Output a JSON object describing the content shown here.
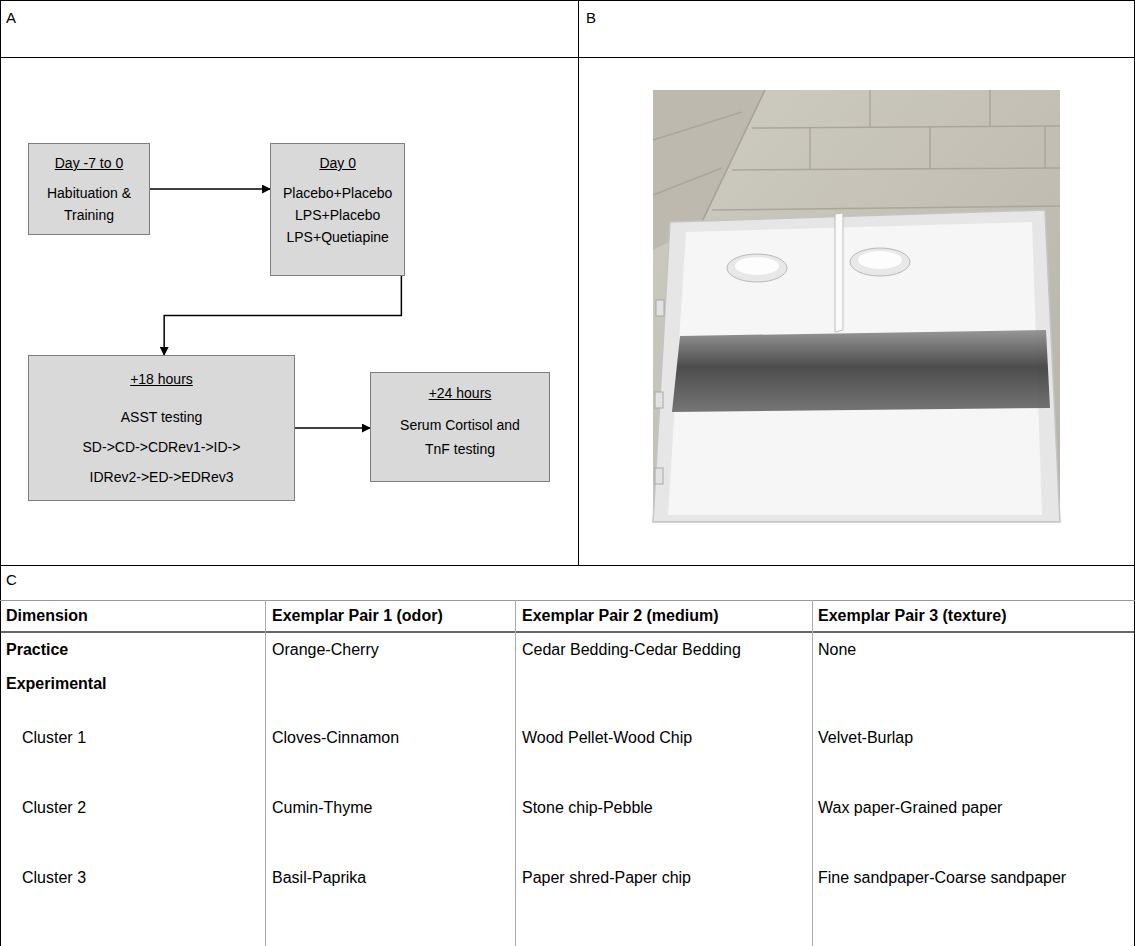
{
  "diagram": {
    "nodes": [
      {
        "text": [
          "Day -7 to 0",
          "Habituation & Training"
        ]
      },
      {
        "text": [
          "Day 0",
          "Placebo+Placebo LPS+Placebo LPS+Quetiapine"
        ]
      },
      {
        "text": [
          "+18 hours",
          "ASST testing",
          "SD->CD->CDRev1->ID-> IDRev2->ED->EDRev3"
        ]
      },
      {
        "text": [
          "+24 hours",
          "Serum Cortisol and TnF testing"
        ]
      }
    ],
    "edges": [
      {
        "from": 0,
        "to": 1,
        "arrow": "to"
      },
      {
        "from": 1,
        "to": 2,
        "arrow": "to"
      },
      {
        "from": 2,
        "to": 3,
        "arrow": "to"
      }
    ],
    "labels": [
      "A",
      "B",
      "C",
      "Dimension",
      "Exemplar Pair 1 (odor)",
      "Exemplar Pair 2 (medium)",
      "Exemplar Pair 3 (texture)",
      "Practice",
      "Orange-Cherry",
      "Cedar Bedding-Cedar Bedding",
      "None",
      "Experimental",
      "Cluster 1",
      "Cloves-Cinnamon",
      "Wood Pellet-Wood Chip",
      "Velvet-Burlap",
      "Cluster 2",
      "Cumin-Thyme",
      "Stone chip-Pebble",
      "Wax paper-Grained paper",
      "Cluster 3",
      "Basil-Paprika",
      "Paper shred-Paper chip",
      "Fine sandpaper-Coarse sandpaper"
    ]
  }
}
